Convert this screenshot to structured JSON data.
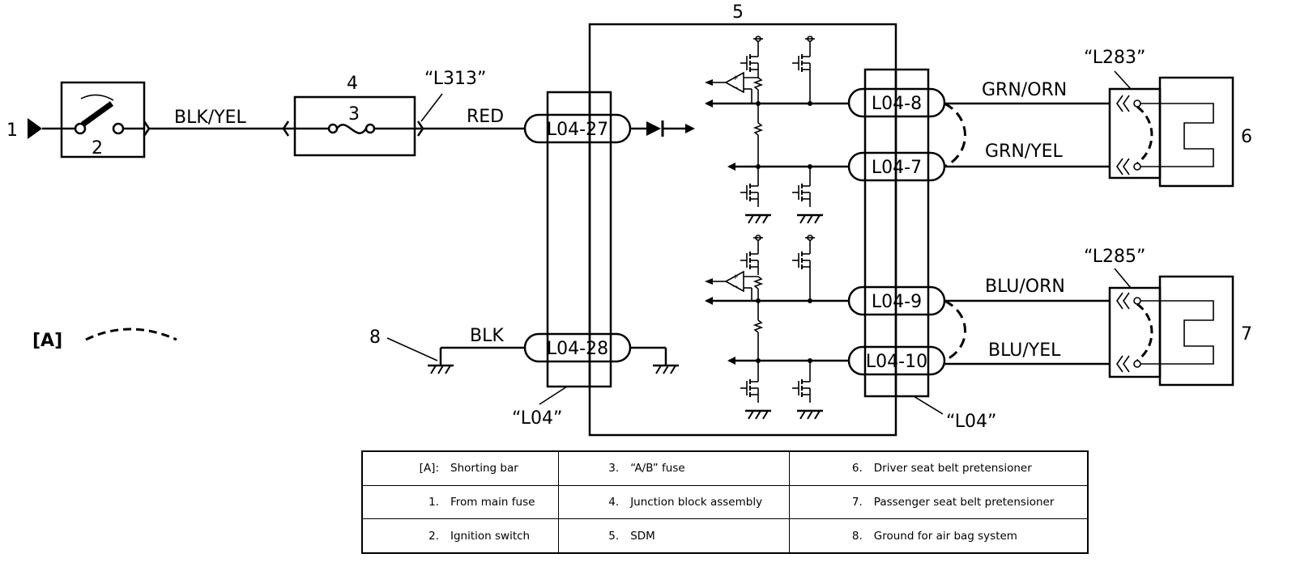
{
  "diagram": {
    "ref_labels": {
      "n1": "1",
      "n2": "2",
      "n3": "3",
      "n4": "4",
      "n5": "5",
      "n6": "6",
      "n7": "7",
      "n8": "8",
      "shorting_bar": "[A]"
    },
    "connectors": {
      "l313": "“L313”",
      "l283": "“L283”",
      "l285": "“L285”",
      "l04_left": "“L04”",
      "l04_right": "“L04”"
    },
    "wires": {
      "blk_yel": "BLK/YEL",
      "red": "RED",
      "blk": "BLK",
      "grn_orn": "GRN/ORN",
      "grn_yel": "GRN/YEL",
      "blu_orn": "BLU/ORN",
      "blu_yel": "BLU/YEL"
    },
    "terminals": {
      "l04_27": "L04-27",
      "l04_28": "L04-28",
      "l04_8": "L04-8",
      "l04_7": "L04-7",
      "l04_9": "L04-9",
      "l04_10": "L04-10"
    }
  },
  "legend": {
    "rows": [
      [
        {
          "key": "[A]:",
          "desc": "Shorting bar"
        },
        {
          "key": "3.",
          "desc": "“A/B” fuse"
        },
        {
          "key": "6.",
          "desc": "Driver seat belt pretensioner"
        }
      ],
      [
        {
          "key": "1.",
          "desc": "From main fuse"
        },
        {
          "key": "4.",
          "desc": "Junction block assembly"
        },
        {
          "key": "7.",
          "desc": "Passenger seat belt pretensioner"
        }
      ],
      [
        {
          "key": "2.",
          "desc": "Ignition switch"
        },
        {
          "key": "5.",
          "desc": "SDM"
        },
        {
          "key": "8.",
          "desc": "Ground for air bag system"
        }
      ]
    ]
  }
}
